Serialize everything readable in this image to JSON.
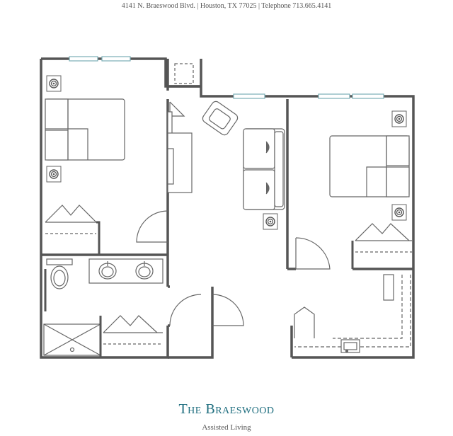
{
  "header": {
    "address": "4141 N. Braeswood Blvd. | Houston, TX 77025 | Telephone 713.665.4141"
  },
  "footer": {
    "title": "The Braeswood",
    "subtitle": "Assisted Living"
  },
  "colors": {
    "wall": "#555555",
    "fixture": "#666666",
    "window": "#7aaeb6",
    "title": "#1f6e7f"
  },
  "icons": [
    "bed-icon",
    "lamp-icon",
    "sofa-icon",
    "armchair-icon",
    "toilet-icon",
    "sink-icon",
    "shower-icon",
    "closet-doors-icon",
    "kitchen-sink-icon"
  ]
}
